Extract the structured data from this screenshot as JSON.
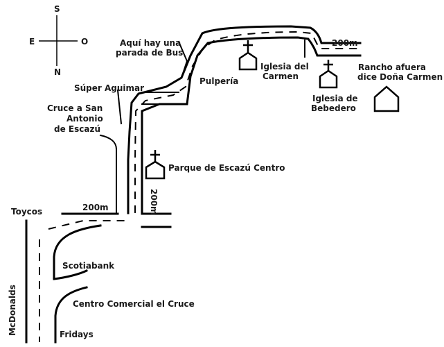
{
  "compass": {
    "north": "N",
    "south": "S",
    "east": "E",
    "west": "O"
  },
  "labels": {
    "bus_stop_line1": "Aquí hay una",
    "bus_stop_line2": "parada de Bus",
    "super_aguimar": "Súper Aguimar",
    "cruce_line1": "Cruce a San",
    "cruce_line2": "Antonio",
    "cruce_line3": "de Escazú",
    "pulperia": "Pulpería",
    "iglesia_carmen_line1": "Iglesia del",
    "iglesia_carmen_line2": "Carmen",
    "iglesia_bebedero_line1": "Iglesia de",
    "iglesia_bebedero_line2": "Bebedero",
    "rancho_line1": "Rancho afuera",
    "rancho_line2": "dice Doña Carmen",
    "parque": "Parque de Escazú Centro",
    "toycos": "Toycos",
    "scotiabank": "Scotiabank",
    "centro_comercial": "Centro Comercial el Cruce",
    "fridays": "Fridays",
    "mcdonalds": "McDonalds"
  },
  "distances": {
    "top_right": "200m",
    "horizontal_left": "200m",
    "vertical_center": "200m"
  },
  "icons": {
    "church": "church-icon",
    "house": "house-icon"
  }
}
